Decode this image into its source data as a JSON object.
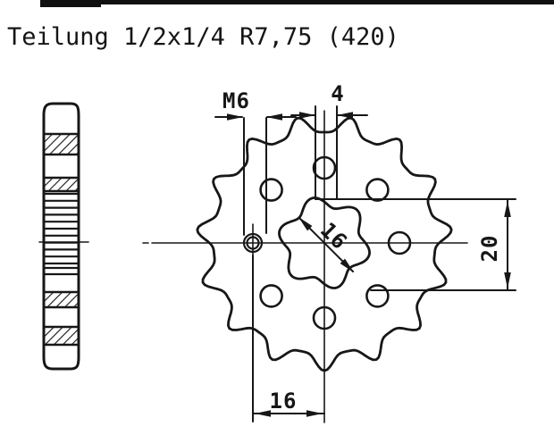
{
  "page": {
    "title": "Teilung 1/2x1/4 R7,75 (420)"
  },
  "labels": {
    "thread_size": "M6",
    "lightening_hole_diameter": "4",
    "spline_bore_inner_diameter": "16",
    "spline_bore_outer_diameter": "20",
    "bolt_circle_offset": "16"
  },
  "drawing": {
    "view": "front sprocket with side section view",
    "teeth_count": 15,
    "lightening_hole_count": 7,
    "bore_spline_lobes": 6,
    "colors": {
      "ink": "#171717",
      "paper": "#ffffff"
    }
  }
}
